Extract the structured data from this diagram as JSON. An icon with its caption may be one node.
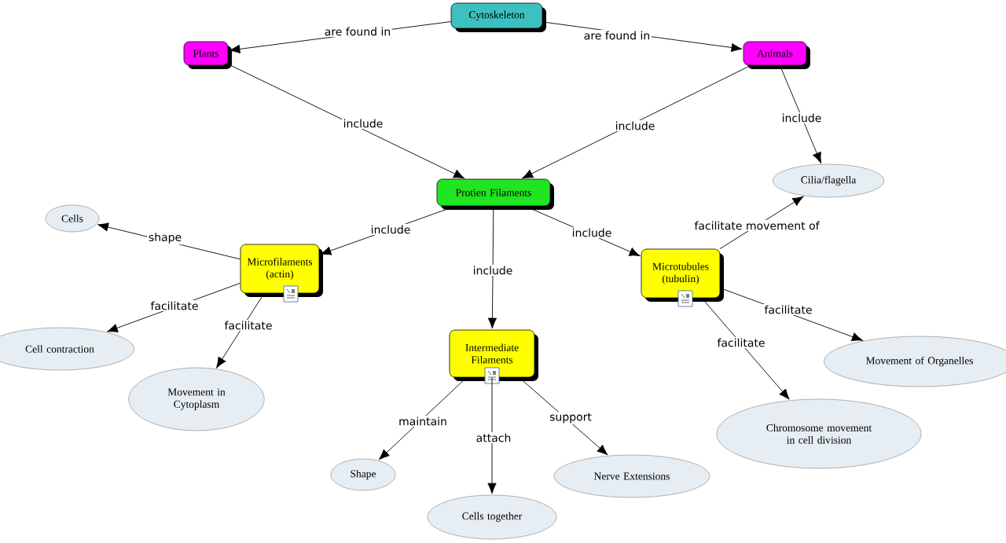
{
  "diagram": {
    "nodes": [
      {
        "text": [
          "Cytoskeleton"
        ]
      },
      {
        "text": [
          "Plants"
        ]
      },
      {
        "text": [
          "Animals"
        ]
      },
      {
        "text": [
          "Protien Filaments"
        ]
      },
      {
        "text": [
          "Cilia/flagella"
        ]
      },
      {
        "text": [
          "Cells"
        ]
      },
      {
        "text": [
          "Microfilaments (actin)"
        ]
      },
      {
        "text": [
          "Microtubules (tubulin)"
        ]
      },
      {
        "text": [
          "Cell contraction"
        ]
      },
      {
        "text": [
          "Intermediate Filaments"
        ]
      },
      {
        "text": [
          "Movement in Cytoplasm"
        ]
      },
      {
        "text": [
          "Movement of Organelles"
        ]
      },
      {
        "text": [
          "Chromosome movement in cell division"
        ]
      },
      {
        "text": [
          "Shape"
        ]
      },
      {
        "text": [
          "Nerve Extensions"
        ]
      },
      {
        "text": [
          "Cells together"
        ]
      }
    ],
    "edges": [
      {
        "from": 0,
        "to": 1,
        "arrow": "to",
        "label": "are found in"
      },
      {
        "from": 0,
        "to": 2,
        "arrow": "to",
        "label": "are found in"
      },
      {
        "from": 1,
        "to": 3,
        "arrow": "to",
        "label": "include"
      },
      {
        "from": 2,
        "to": 3,
        "arrow": "to",
        "label": "include"
      },
      {
        "from": 2,
        "to": 4,
        "arrow": "to",
        "label": "include"
      },
      {
        "from": 3,
        "to": 6,
        "arrow": "to",
        "label": "include"
      },
      {
        "from": 3,
        "to": 9,
        "arrow": "to",
        "label": "include"
      },
      {
        "from": 3,
        "to": 7,
        "arrow": "to",
        "label": "include"
      },
      {
        "from": 6,
        "to": 5,
        "arrow": "to",
        "label": "shape"
      },
      {
        "from": 6,
        "to": 8,
        "arrow": "to",
        "label": "facilitate"
      },
      {
        "from": 6,
        "to": 10,
        "arrow": "to",
        "label": "facilitate"
      },
      {
        "from": 7,
        "to": 4,
        "arrow": "to",
        "label": "facilitate movement of"
      },
      {
        "from": 7,
        "to": 11,
        "arrow": "to",
        "label": "facilitate"
      },
      {
        "from": 7,
        "to": 12,
        "arrow": "to",
        "label": "facilitate"
      },
      {
        "from": 9,
        "to": 13,
        "arrow": "to",
        "label": "maintain"
      },
      {
        "from": 9,
        "to": 15,
        "arrow": "to",
        "label": "attach"
      },
      {
        "from": 9,
        "to": 14,
        "arrow": "to",
        "label": "support"
      }
    ]
  }
}
